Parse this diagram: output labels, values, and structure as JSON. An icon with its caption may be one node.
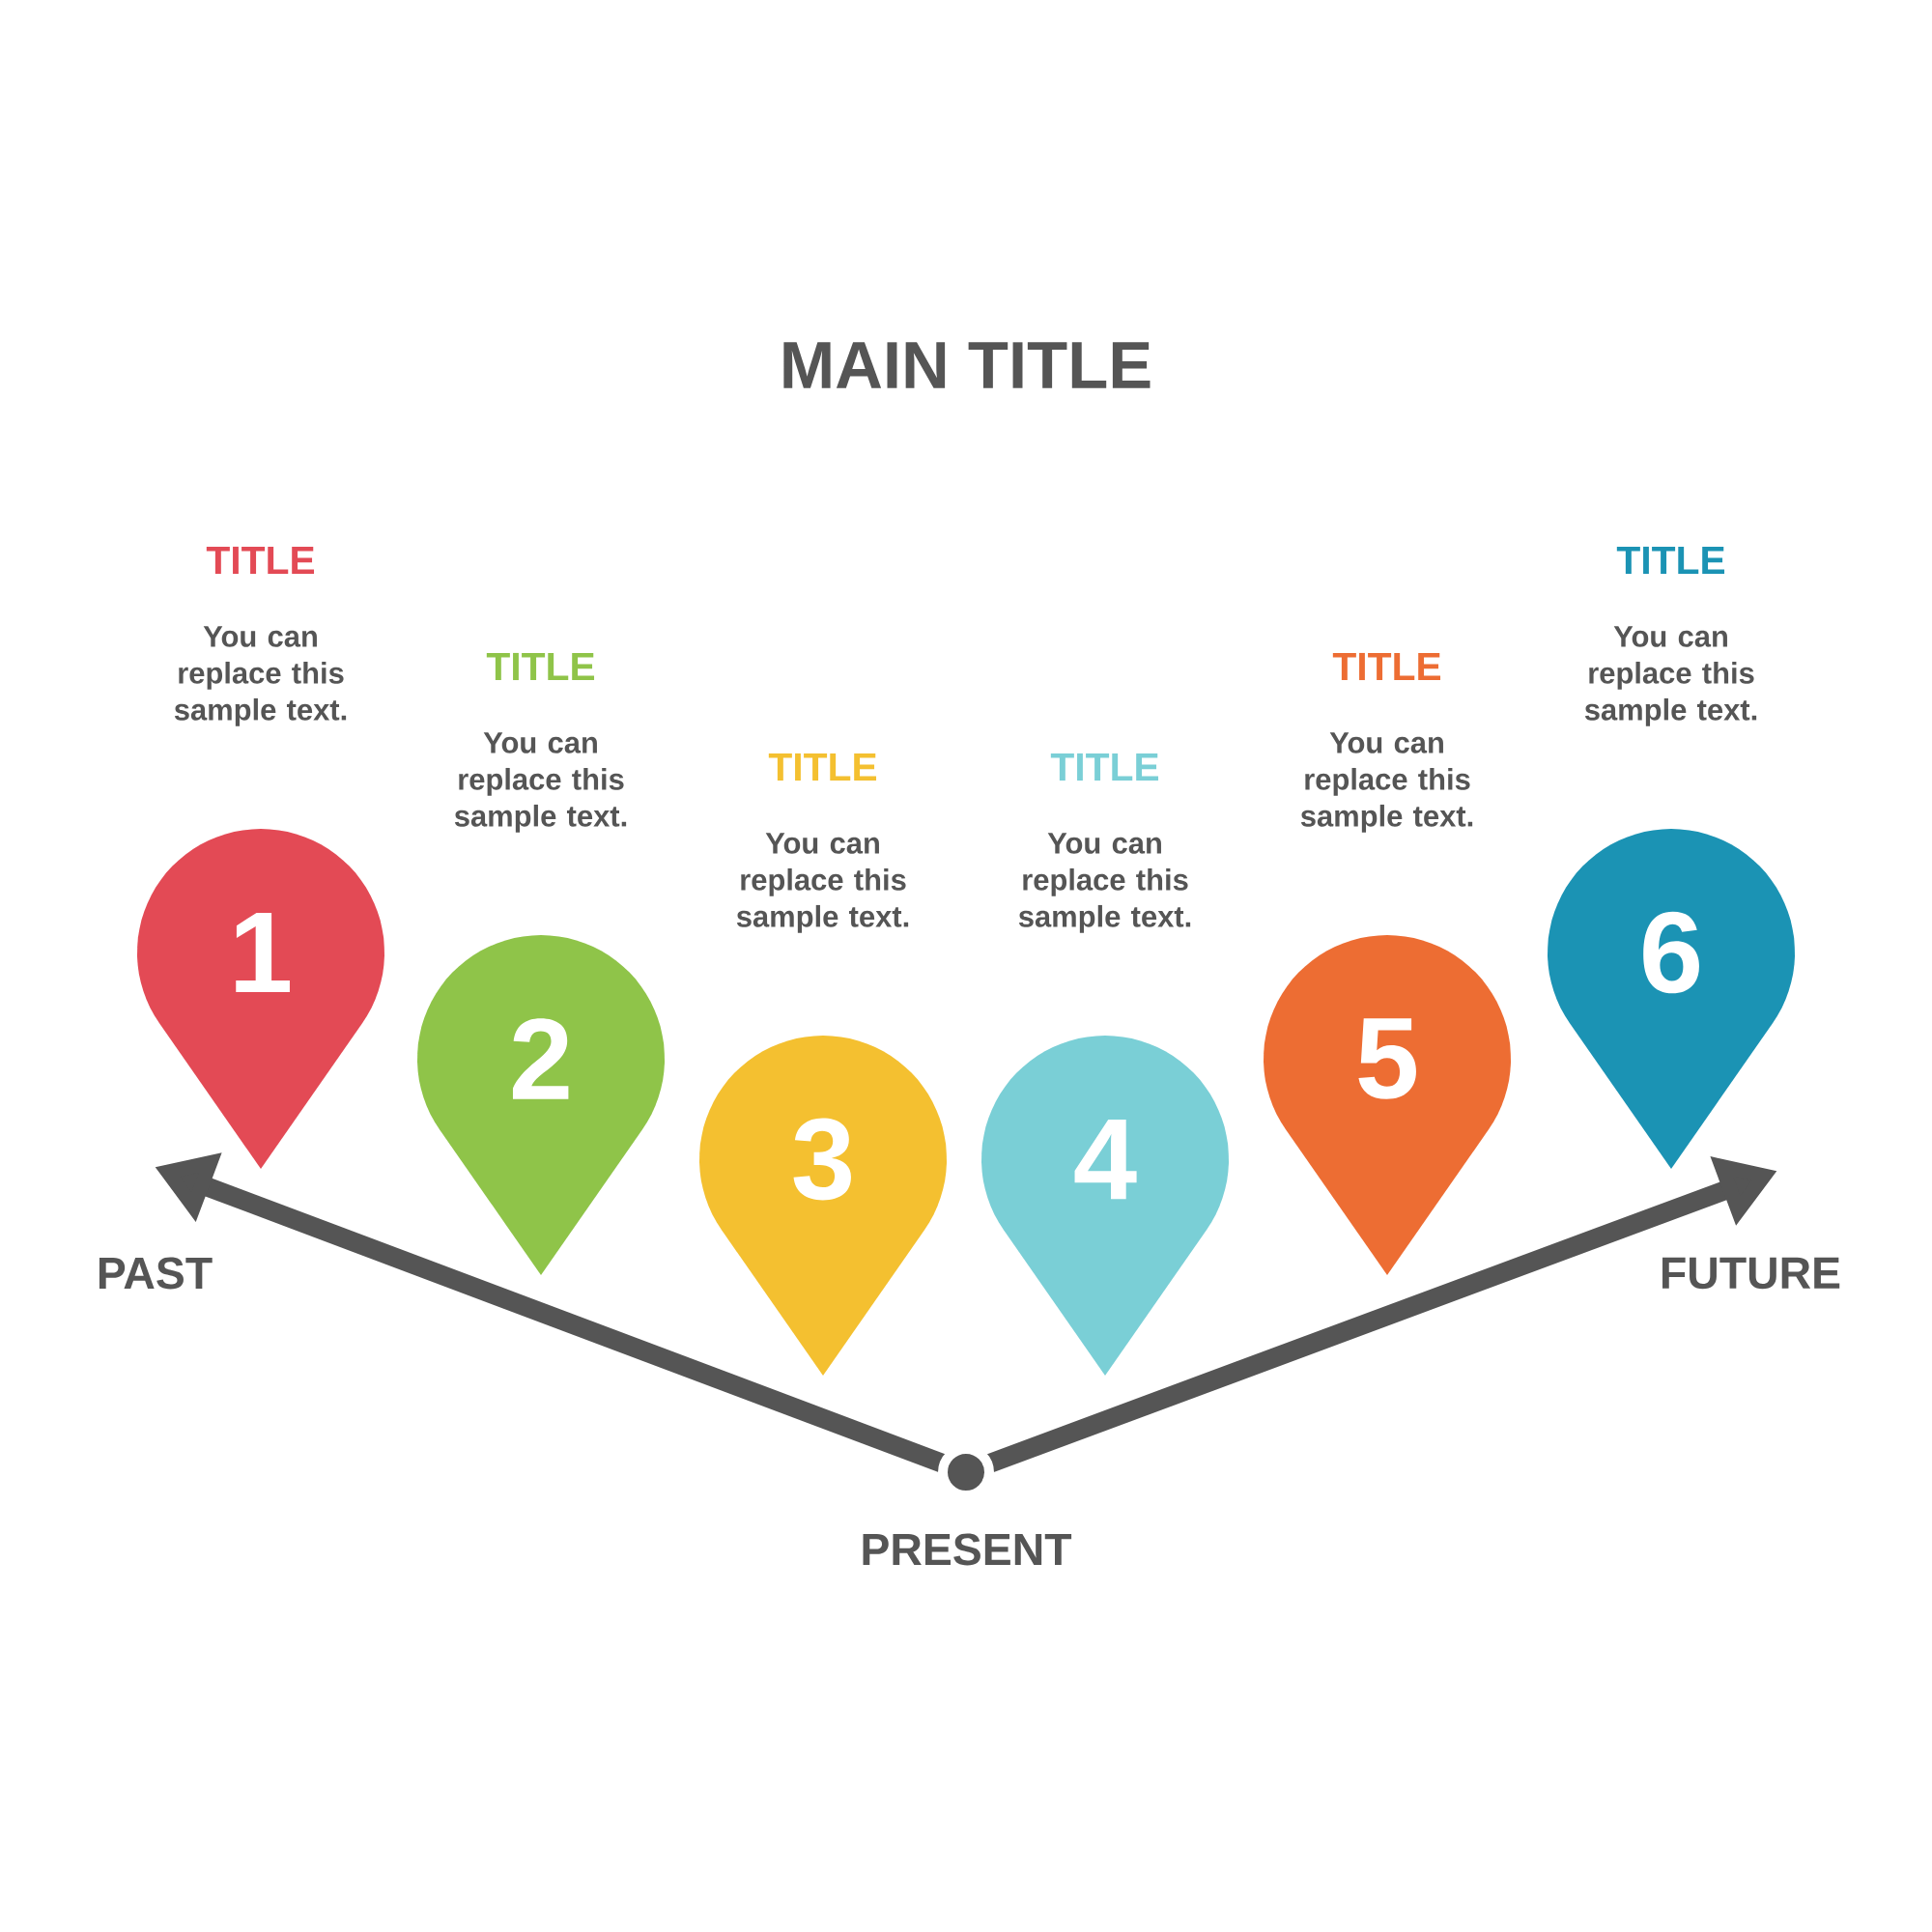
{
  "diagram": {
    "title": "MAIN TITLE",
    "nodes": [
      {
        "text": [
          "1"
        ],
        "beside": [
          "TITLE",
          "You can replace this sample text."
        ]
      },
      {
        "text": [
          "2"
        ],
        "beside": [
          "TITLE",
          "You can replace this sample text."
        ]
      },
      {
        "text": [
          "3"
        ],
        "beside": [
          "TITLE",
          "You can replace this sample text."
        ]
      },
      {
        "text": [
          "4"
        ],
        "beside": [
          "TITLE",
          "You can replace this sample text."
        ]
      },
      {
        "text": [
          "5"
        ],
        "beside": [
          "TITLE",
          "You can replace this sample text."
        ]
      },
      {
        "text": [
          "6"
        ],
        "beside": [
          "TITLE",
          "You can replace this sample text."
        ]
      },
      {
        "text": [],
        "shape": "circle",
        "beside": [
          "PRESENT"
        ]
      }
    ],
    "edges": [
      {
        "from": 6,
        "to": null,
        "arrow": "to"
      },
      {
        "from": 6,
        "to": null,
        "arrow": "to"
      }
    ],
    "labels": [
      "PAST",
      "FUTURE"
    ]
  }
}
